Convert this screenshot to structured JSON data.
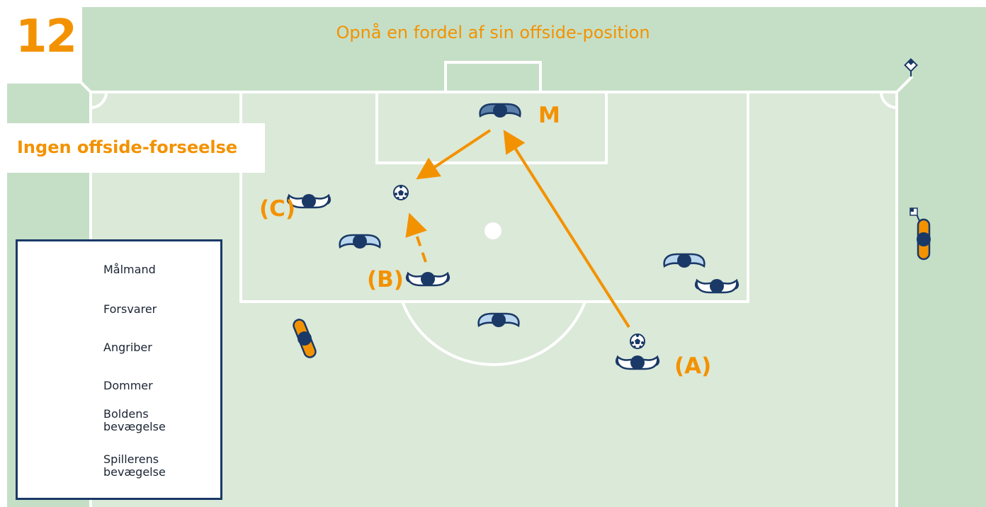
{
  "number": "12",
  "title": "Opnå en fordel af sin offside-position",
  "subtitle": "Ingen offside-forseelse",
  "labels": {
    "goalkeeper": "M",
    "a": "(A)",
    "b": "(B)",
    "c": "(C)"
  },
  "legend": {
    "goalkeeper": "Målmand",
    "defender": "Forsvarer",
    "attacker": "Angriber",
    "referee": "Dommer",
    "ball_movement_1": "Boldens",
    "ball_movement_2": "bevægelse",
    "player_movement_1": "Spillerens",
    "player_movement_2": "bevægelse"
  },
  "colors": {
    "pitch": "#dbe9d8",
    "outside": "#c5dfc7",
    "accent": "#f39200",
    "navy": "#1a3966",
    "goalkeeper_body": "#5a7fa8",
    "defender_body": "#b9d6ee",
    "attacker_body": "#ffffff"
  }
}
